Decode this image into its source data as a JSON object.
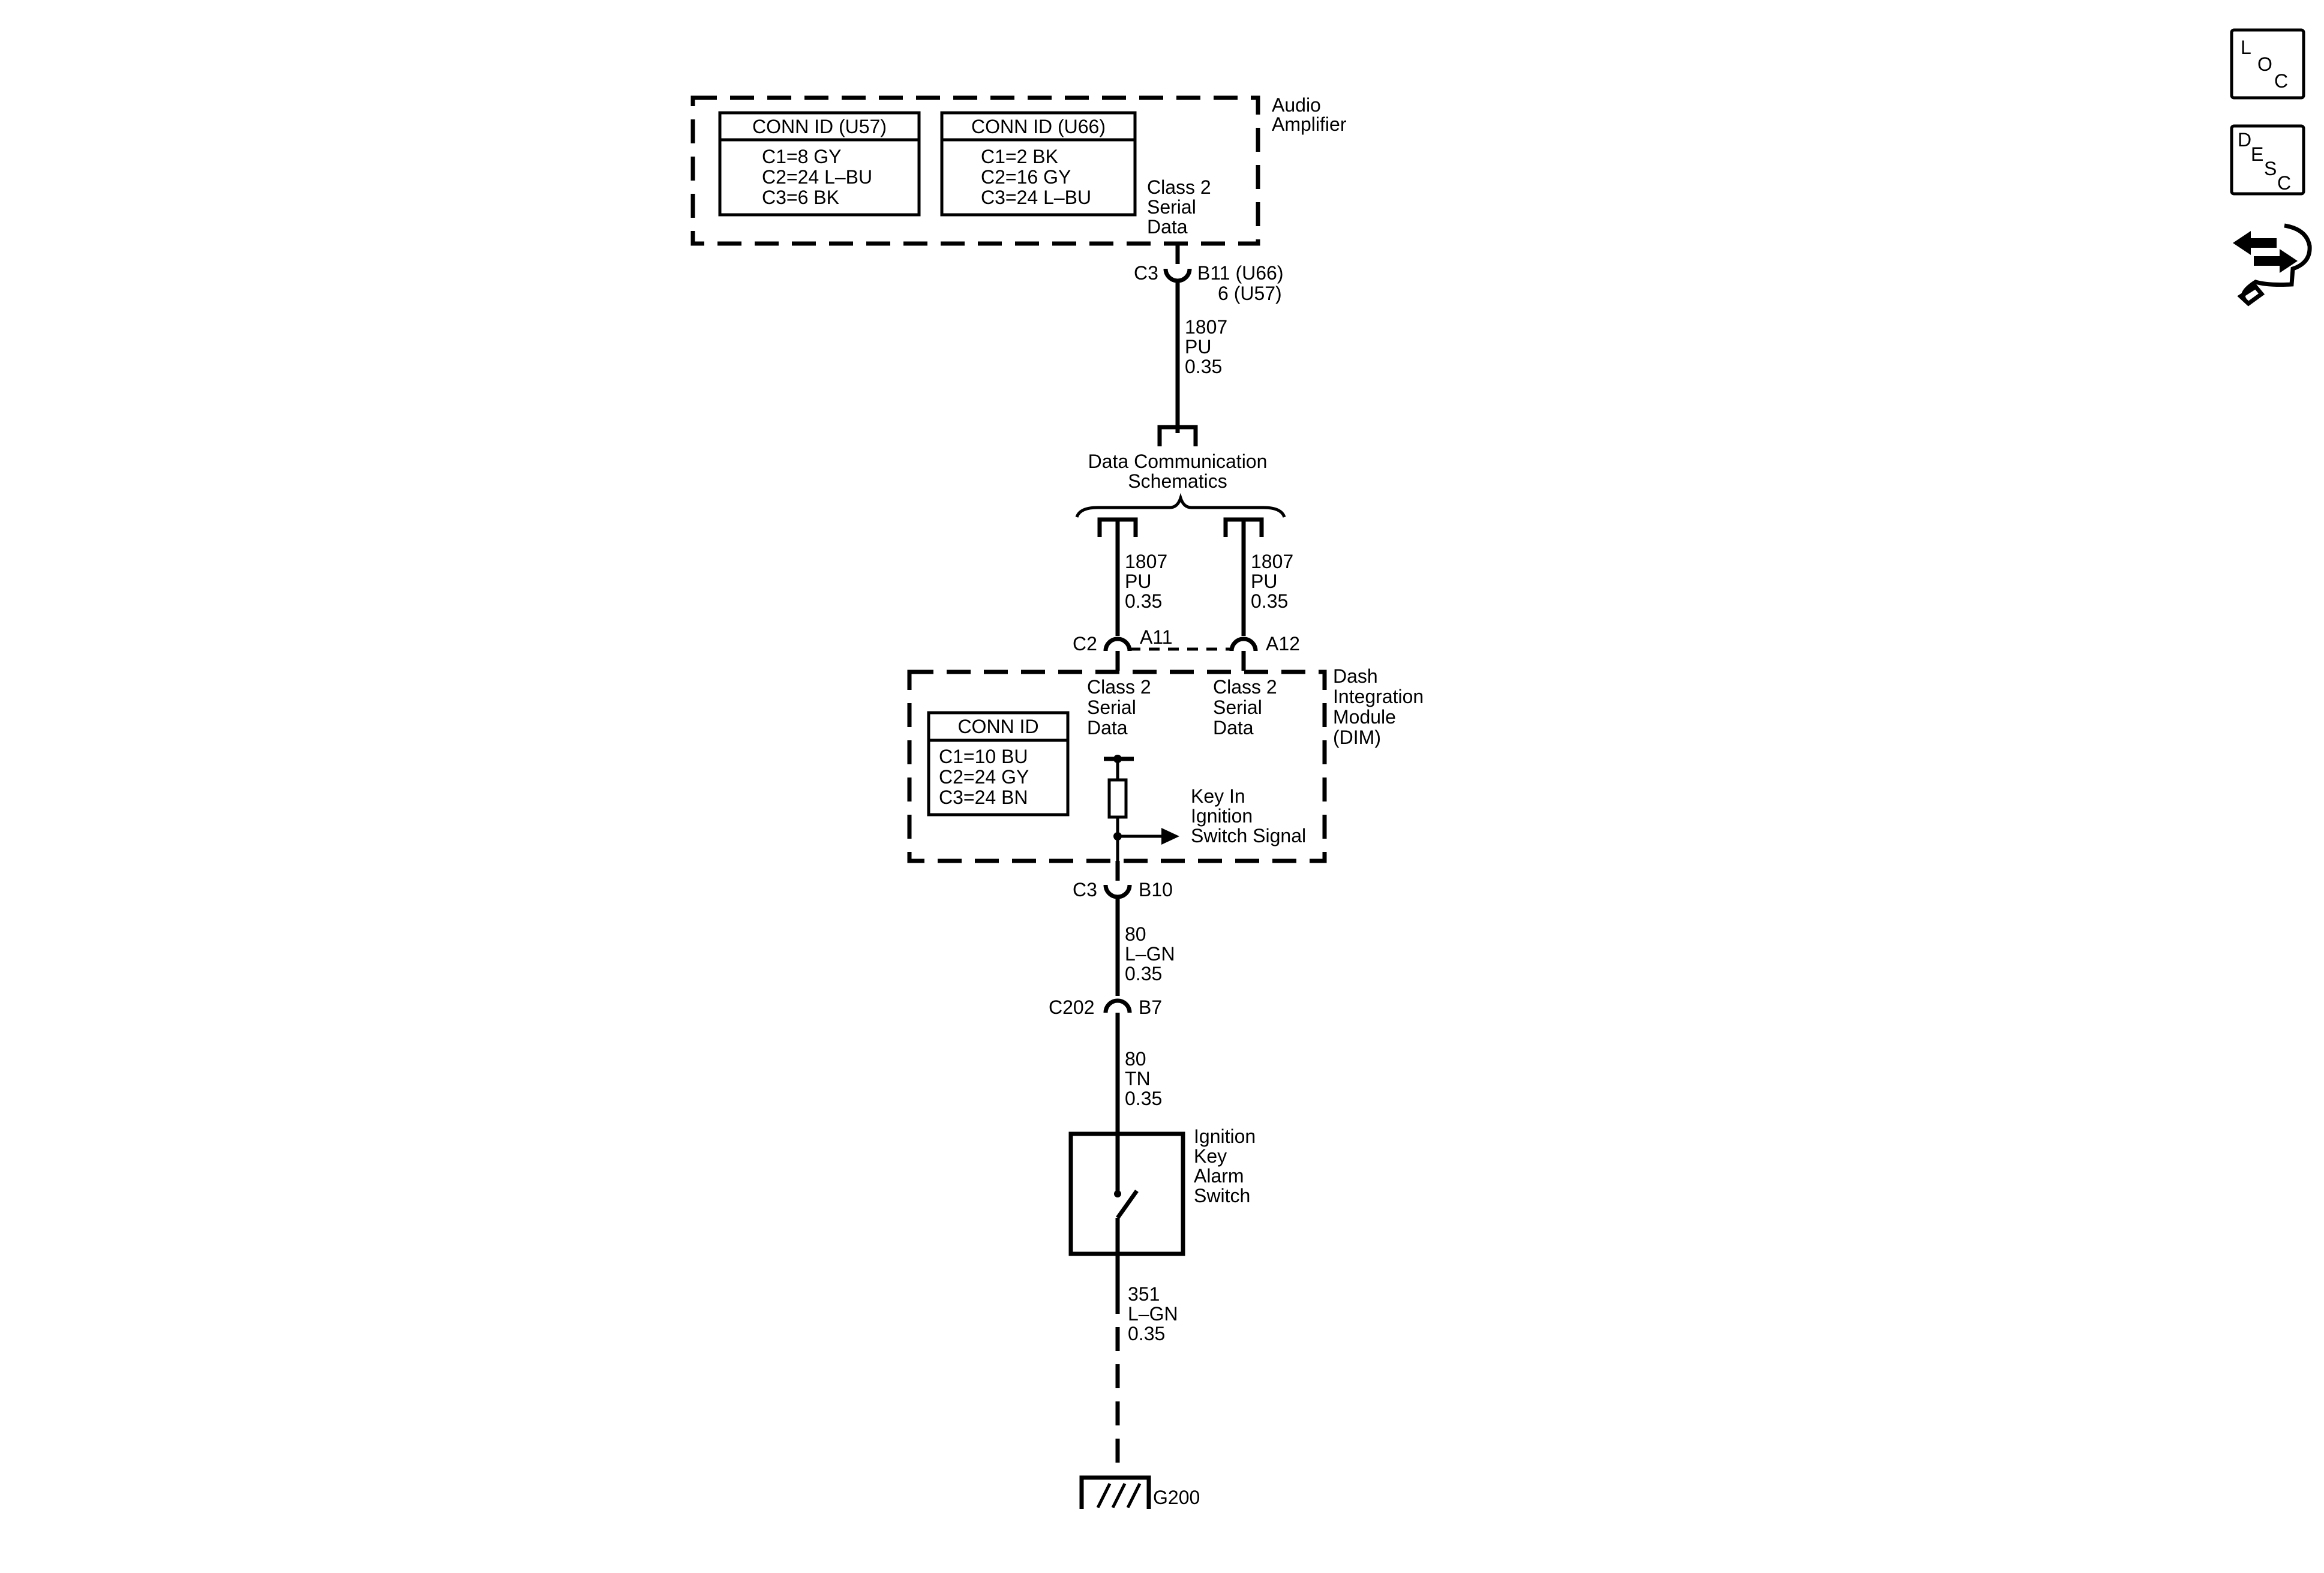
{
  "amp": {
    "name_1": "Audio",
    "name_2": "Amplifier",
    "u57": {
      "title": "CONN ID (U57)",
      "c1": "C1=8 GY",
      "c2": "C2=24 L–BU",
      "c3": "C3=6 BK"
    },
    "u66": {
      "title": "CONN ID (U66)",
      "c1": "C1=2 BK",
      "c2": "C2=16 GY",
      "c3": "C3=24 L–BU"
    },
    "pin_label_1": "Class 2",
    "pin_label_2": "Serial",
    "pin_label_3": "Data",
    "conn": "C3",
    "pin_1": "B11 (U66)",
    "pin_2": "6 (U57)"
  },
  "wire_amp": {
    "circuit": "1807",
    "color": "PU",
    "gauge": "0.35"
  },
  "dcs": {
    "line_1": "Data Communication",
    "line_2": "Schematics"
  },
  "wire_left": {
    "circuit": "1807",
    "color": "PU",
    "gauge": "0.35"
  },
  "wire_right": {
    "circuit": "1807",
    "color": "PU",
    "gauge": "0.35"
  },
  "dim": {
    "conn_left": "C2",
    "pin_left": "A11",
    "pin_right": "A12",
    "name_1": "Dash",
    "name_2": "Integration",
    "name_3": "Module",
    "name_4": "(DIM)",
    "left_label_1": "Class 2",
    "left_label_2": "Serial",
    "left_label_3": "Data",
    "right_label_1": "Class 2",
    "right_label_2": "Serial",
    "right_label_3": "Data",
    "connid": {
      "title": "CONN ID",
      "c1": "C1=10 BU",
      "c2": "C2=24 GY",
      "c3": "C3=24 BN"
    },
    "signal_1": "Key In",
    "signal_2": "Ignition",
    "signal_3": "Switch Signal",
    "conn_bottom": "C3",
    "pin_bottom": "B10"
  },
  "wire_80_lgn": {
    "circuit": "80",
    "color": "L–GN",
    "gauge": "0.35"
  },
  "c202": {
    "conn": "C202",
    "pin": "B7"
  },
  "wire_80_tn": {
    "circuit": "80",
    "color": "TN",
    "gauge": "0.35"
  },
  "switch": {
    "name_1": "Ignition",
    "name_2": "Key",
    "name_3": "Alarm",
    "name_4": "Switch"
  },
  "wire_351": {
    "circuit": "351",
    "color": "L–GN",
    "gauge": "0.35"
  },
  "ground": {
    "label": "G200"
  },
  "side_icons": {
    "loc": {
      "l": "L",
      "o": "O",
      "c": "C",
      "icon": "location-icon"
    },
    "desc": {
      "d": "D",
      "e": "E",
      "s": "S",
      "c": "C",
      "icon": "description-icon"
    },
    "tool": {
      "icon": "repair-procedure-icon"
    }
  }
}
